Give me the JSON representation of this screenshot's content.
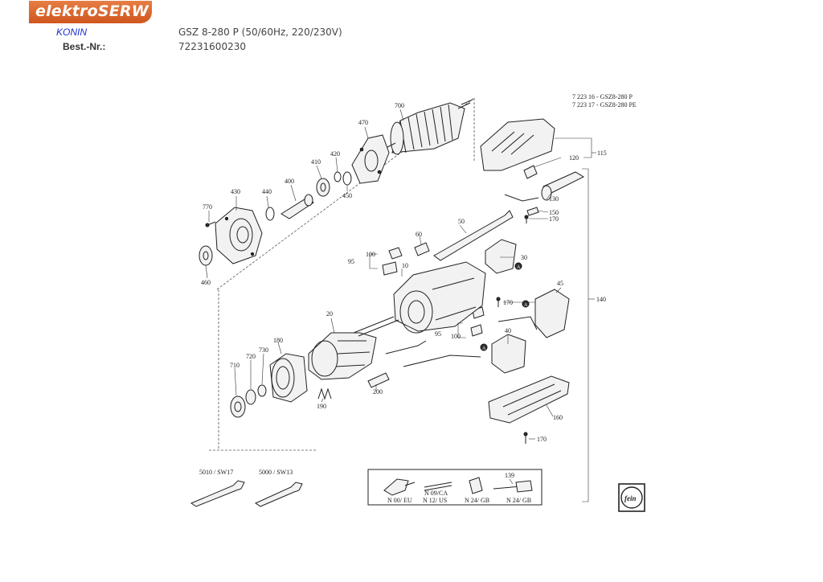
{
  "header": {
    "brand": "elektroSERW",
    "brand_city": "KONIN",
    "model_label": "",
    "model_value": "GSZ 8-280 P (50/60Hz, 220/230V)",
    "order_label": "Best.-Nr.:",
    "order_value": "72231600230"
  },
  "diagram": {
    "variant_lines": [
      "7 223 16 - GSZ8-280 P",
      "7 223 17 - GSZ8-280 PE"
    ],
    "parts": [
      {
        "id": "770"
      },
      {
        "id": "430"
      },
      {
        "id": "440"
      },
      {
        "id": "400"
      },
      {
        "id": "410"
      },
      {
        "id": "420"
      },
      {
        "id": "450"
      },
      {
        "id": "470"
      },
      {
        "id": "700"
      },
      {
        "id": "460"
      },
      {
        "id": "115"
      },
      {
        "id": "120"
      },
      {
        "id": "130"
      },
      {
        "id": "150"
      },
      {
        "id": "170"
      },
      {
        "id": "50"
      },
      {
        "id": "60"
      },
      {
        "id": "100"
      },
      {
        "id": "95"
      },
      {
        "id": "10"
      },
      {
        "id": "30"
      },
      {
        "id": "45"
      },
      {
        "id": "140"
      },
      {
        "id": "20"
      },
      {
        "id": "180"
      },
      {
        "id": "730"
      },
      {
        "id": "720"
      },
      {
        "id": "710"
      },
      {
        "id": "190"
      },
      {
        "id": "200"
      },
      {
        "id": "40"
      },
      {
        "id": "160"
      }
    ],
    "markers": [
      "A"
    ],
    "tools": [
      "5010 / SW17",
      "5000 / SW13"
    ],
    "plug_box": {
      "part": "139",
      "variants": [
        "N 00/ EU",
        "N 09/CA",
        "N 12/ US",
        "N 24/ GB",
        "N 24/ GB"
      ]
    },
    "logo_text": "fein"
  }
}
